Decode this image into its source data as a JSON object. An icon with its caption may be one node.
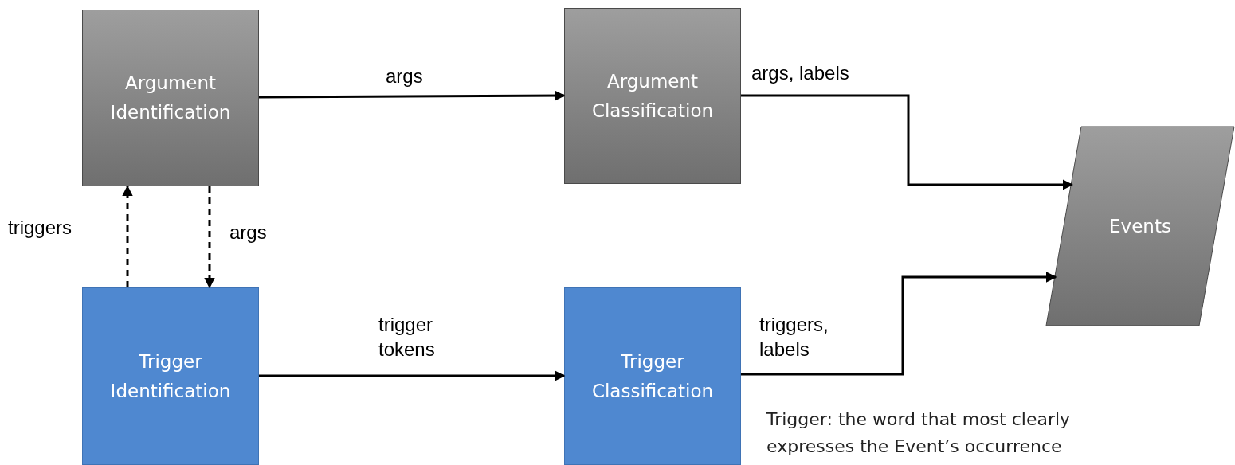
{
  "diagram": {
    "nodes": [
      {
        "text": [
          "Argument Identification"
        ]
      },
      {
        "text": [
          "Argument Classification"
        ]
      },
      {
        "text": [
          "Events"
        ]
      },
      {
        "text": [
          "Trigger Identification"
        ]
      },
      {
        "text": [
          "Trigger Classification"
        ]
      }
    ],
    "edges": [
      {
        "from": 0,
        "to": 1,
        "arrow": "to",
        "label": "args"
      },
      {
        "from": 1,
        "to": 2,
        "arrow": "to",
        "label": "args, labels"
      },
      {
        "from": 3,
        "to": 4,
        "arrow": "to",
        "label": "trigger tokens"
      },
      {
        "from": 4,
        "to": 2,
        "arrow": "to",
        "label": "triggers, labels"
      },
      {
        "from": 3,
        "to": 0,
        "arrow": "to",
        "label": "triggers",
        "style": "dashed"
      },
      {
        "from": 0,
        "to": 3,
        "arrow": "to",
        "label": "args",
        "style": "dashed"
      }
    ],
    "labels": [
      "Trigger: the word that most clearly expresses the Event’s occurrence"
    ]
  }
}
